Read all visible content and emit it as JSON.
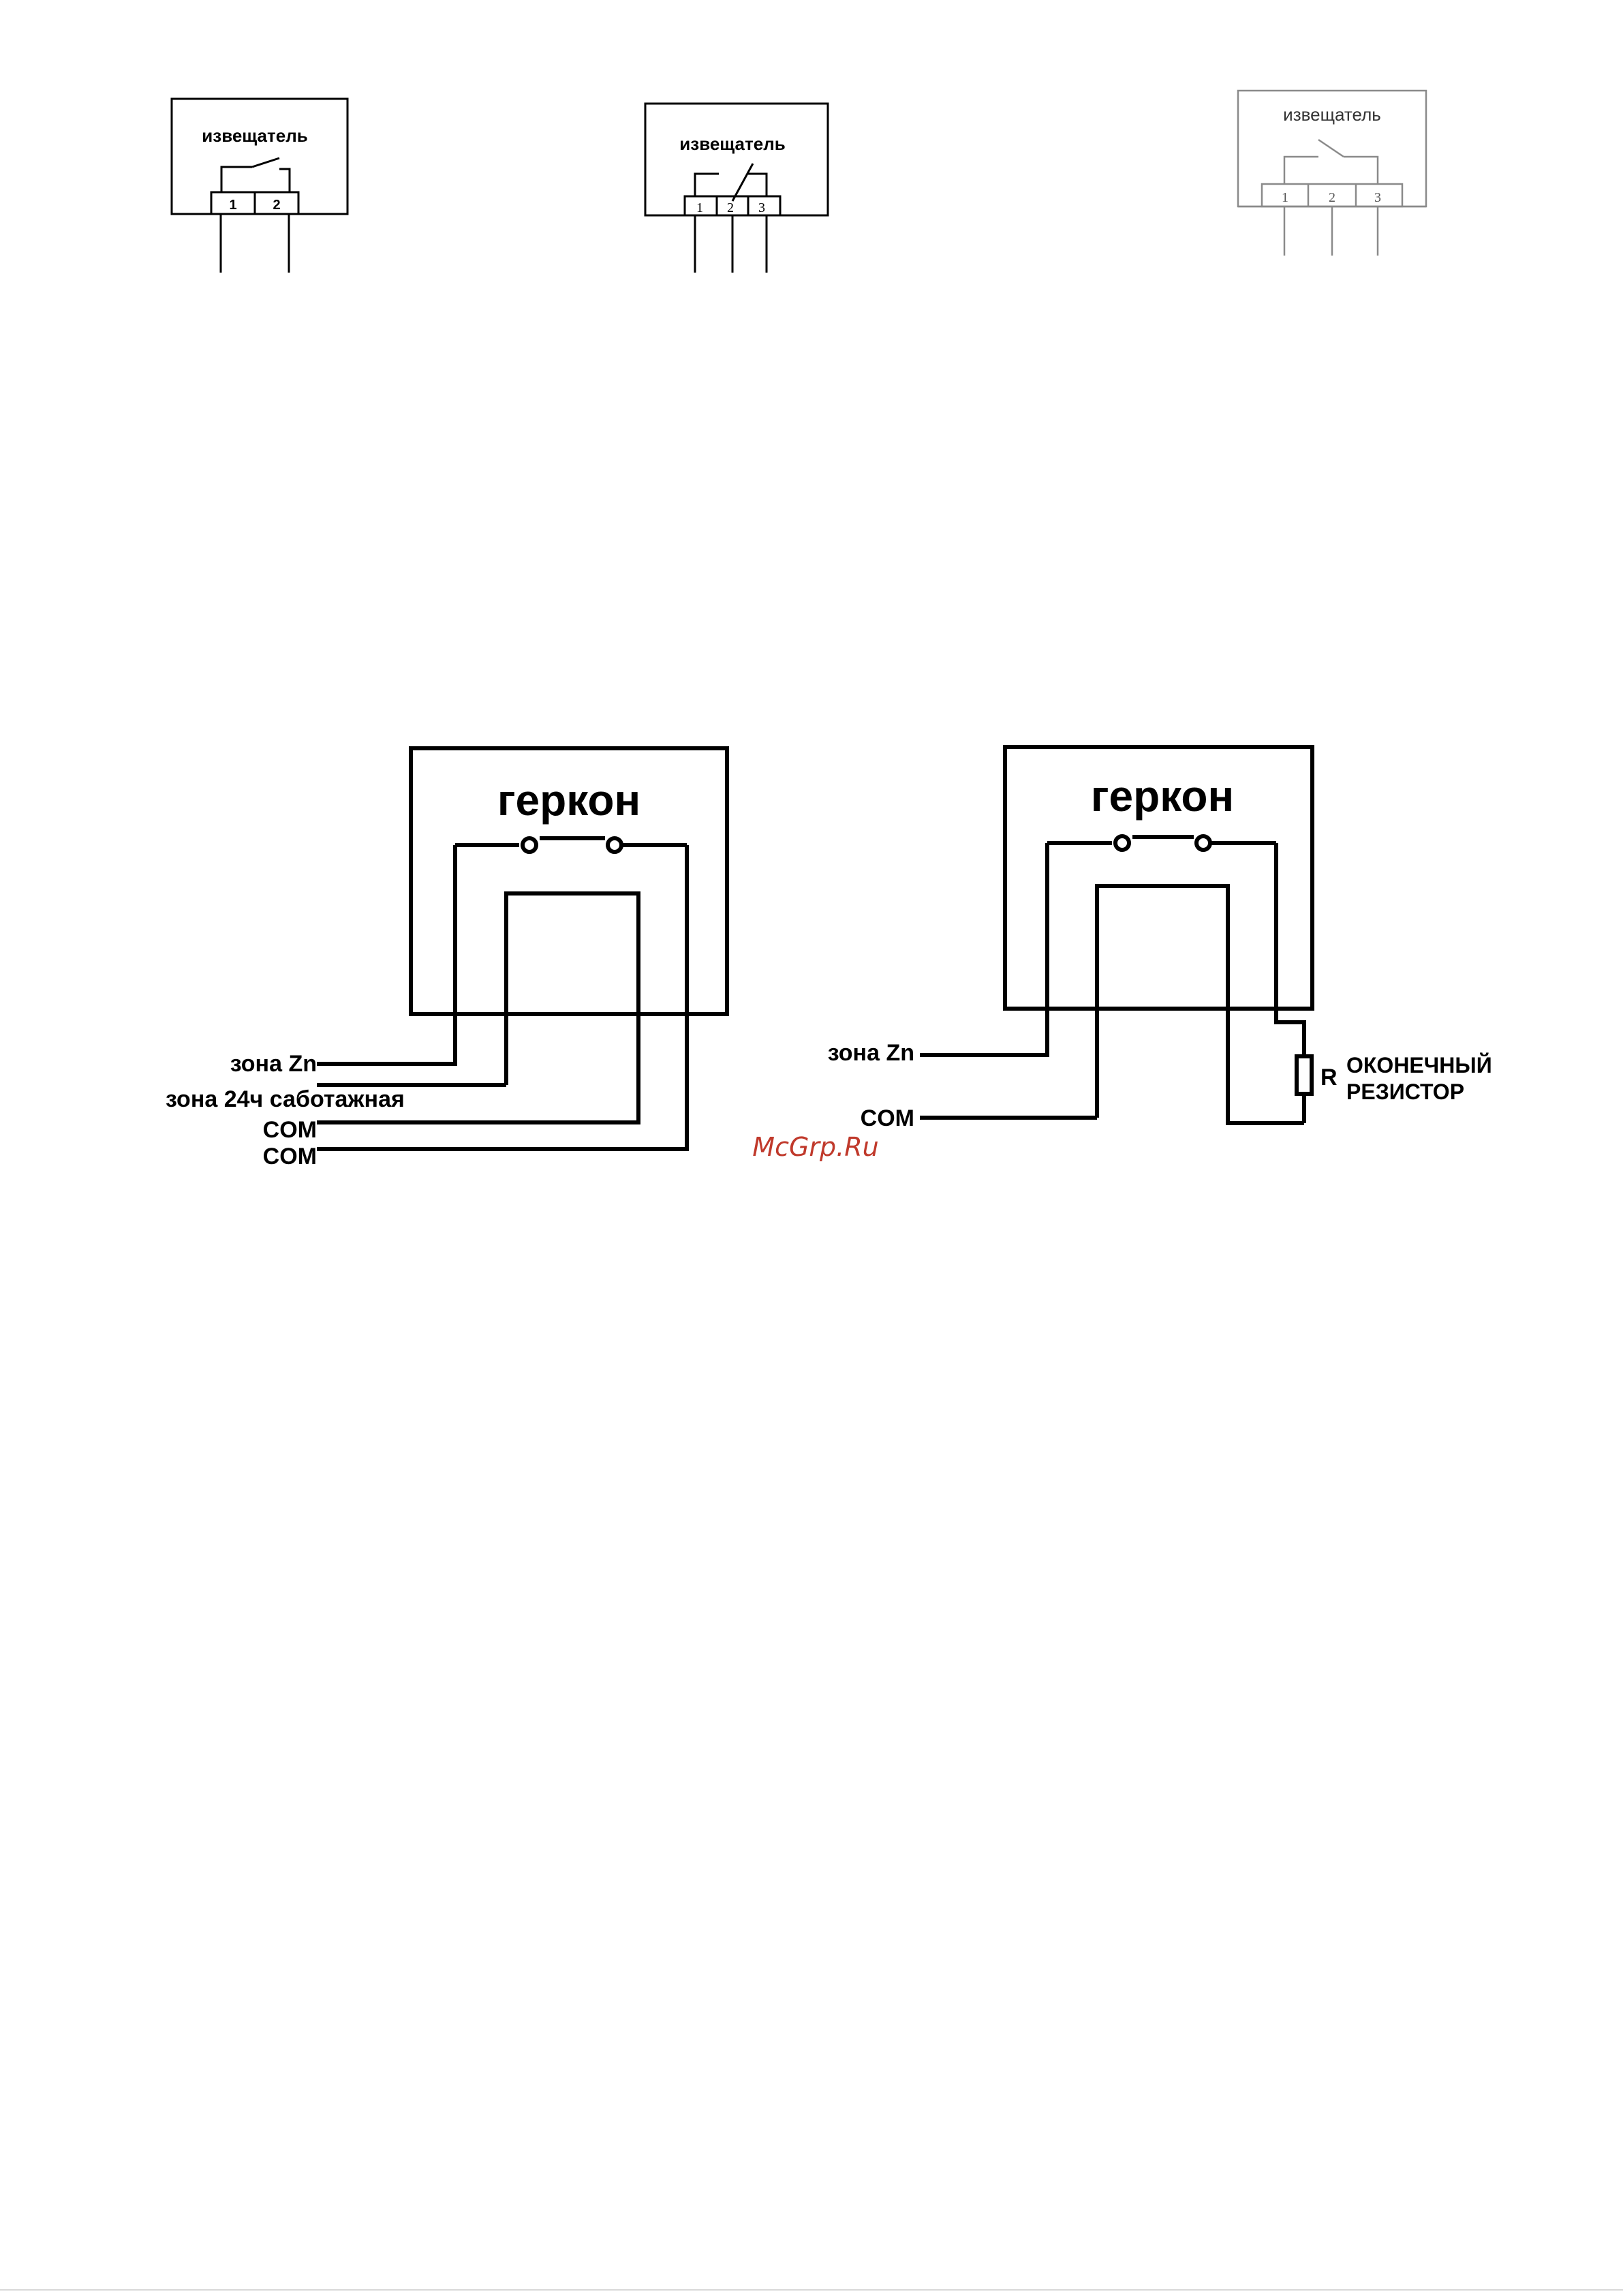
{
  "diagram1": {
    "title": "извещатель",
    "terminals": [
      "1",
      "2"
    ]
  },
  "diagram2": {
    "title": "извещатель",
    "terminals": [
      "1",
      "2",
      "3"
    ]
  },
  "diagram3": {
    "title": "извещатель",
    "terminals": [
      "1",
      "2",
      "3"
    ]
  },
  "gerkon_left": {
    "title": "геркон",
    "labels": {
      "zone": "зона Zn",
      "tamper": "зона 24ч саботажная",
      "com1": "COM",
      "com2": "COM"
    }
  },
  "gerkon_right": {
    "title": "геркон",
    "labels": {
      "zone": "зона Zn",
      "com": "COM",
      "resistor": "R",
      "resistor_desc_1": "ОКОНЕЧНЫЙ",
      "resistor_desc_2": "РЕЗИСТОР"
    }
  },
  "watermark": "McGrp.Ru"
}
